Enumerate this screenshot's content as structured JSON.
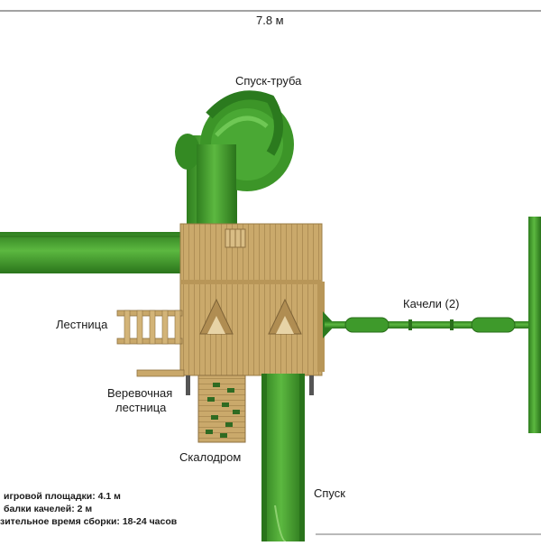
{
  "dimension": {
    "width_label": "7.8 м"
  },
  "labels": {
    "tube_slide": "Спуск-труба",
    "ladder": "Лестница",
    "rope_ladder_line1": "Веревочная",
    "rope_ladder_line2": "лестница",
    "climbing_wall": "Скалодром",
    "slide": "Спуск",
    "swings": "Качели (2)"
  },
  "specs": {
    "line1": "игровой площадки:  4.1 м",
    "line2": "балки качелей: 2 м",
    "line3": "зительное время сборки: 18-24 часов"
  },
  "colors": {
    "wood": "#c9a86a",
    "wood_dark": "#a98a50",
    "green": "#3f9a2c",
    "green_dark": "#2c7a1e",
    "line": "#333333"
  }
}
